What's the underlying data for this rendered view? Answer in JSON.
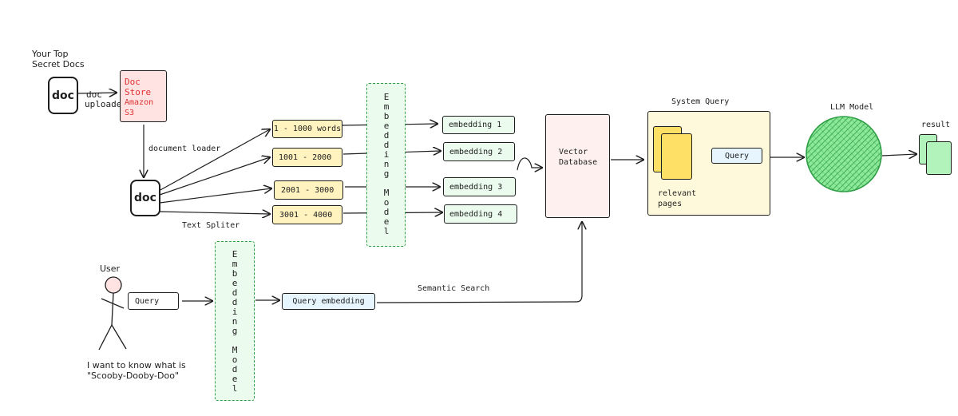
{
  "source": {
    "title_line1": "Your Top",
    "title_line2": "Secret Docs",
    "doc_label": "doc"
  },
  "uploader": {
    "line1": "doc",
    "line2": "uploader"
  },
  "doc_store": {
    "line1": "Doc",
    "line2": "Store",
    "line3": "Amazon S3"
  },
  "document_loader_label": "document loader",
  "loaded_doc_label": "doc",
  "text_splitter_label": "Text Spliter",
  "chunks": [
    "1 - 1000 words",
    "1001 - 2000",
    "2001 - 3000",
    "3001 - 4000"
  ],
  "embedding_model_top": {
    "letters1": [
      "E",
      "m",
      "b",
      "e",
      "d",
      "d",
      "i",
      "n",
      "g"
    ],
    "letters2": [
      "M",
      "o",
      "d",
      "e",
      "l"
    ]
  },
  "embeddings": [
    "embedding 1",
    "embedding 2",
    "embedding 3",
    "embedding 4"
  ],
  "vector_db": {
    "line1": "Vector",
    "line2": "Database"
  },
  "system_query": {
    "title": "System Query",
    "pages_line1": "relevant",
    "pages_line2": "pages",
    "query_label": "Query"
  },
  "llm": {
    "title": "LLM Model"
  },
  "result": {
    "label": "result"
  },
  "user": {
    "label": "User",
    "question_line1": "I want to know what is",
    "question_line2": "\"Scooby-Dooby-Doo\"",
    "query_label": "Query"
  },
  "embedding_model_bottom": {
    "letters1": [
      "E",
      "m",
      "b",
      "e",
      "d",
      "d",
      "i",
      "n",
      "g"
    ],
    "letters2": [
      "M",
      "o",
      "d",
      "e",
      "l"
    ]
  },
  "query_embedding_label": "Query embedding",
  "semantic_search_label": "Semantic Search",
  "colors": {
    "store_red": "#e03131",
    "chunk_yellow": "#fff3bf",
    "embed_green": "#ebfbee",
    "vector_pink": "#fff0f0",
    "query_blue": "#e7f5ff",
    "llm_green": "#40c057",
    "page_yellow": "#ffe066"
  }
}
